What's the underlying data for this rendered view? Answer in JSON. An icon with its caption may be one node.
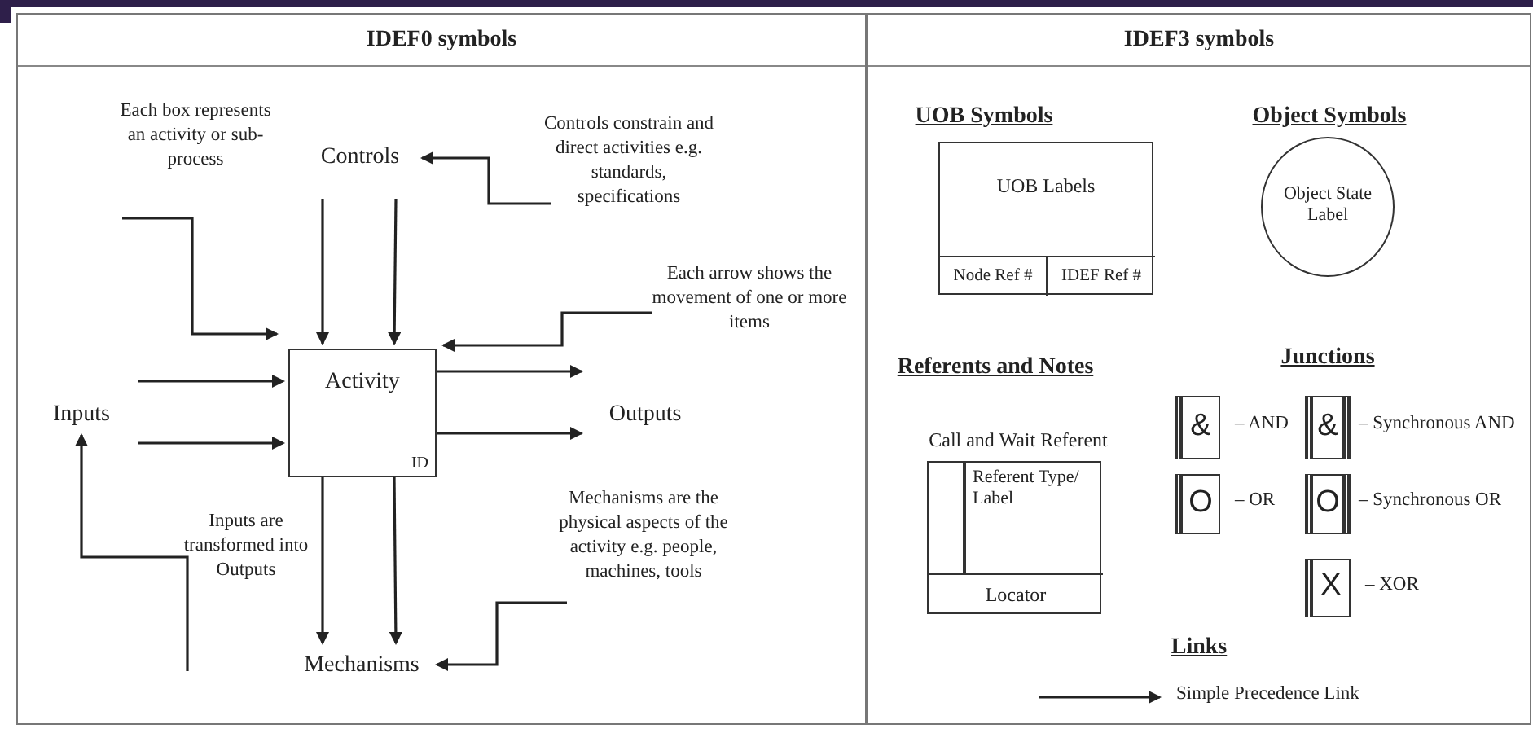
{
  "diagram": {
    "nodes": [
      {
        "text": [
          "IDEF0 symbols"
        ]
      },
      {
        "text": [
          "IDEF3 symbols"
        ]
      },
      {
        "text": [
          "Activity",
          "ID"
        ],
        "in": 0
      },
      {
        "text": [
          "Controls"
        ],
        "in": 0
      },
      {
        "text": [
          "Inputs"
        ],
        "in": 0
      },
      {
        "text": [
          "Outputs"
        ],
        "in": 0
      },
      {
        "text": [
          "Mechanisms"
        ],
        "in": 0
      },
      {
        "text": [
          "Each box represents an activity or sub-process"
        ],
        "in": 0
      },
      {
        "text": [
          "Controls constrain and direct activities e.g. standards, specifications"
        ],
        "in": 0
      },
      {
        "text": [
          "Each arrow shows the movement of one or more items"
        ],
        "in": 0
      },
      {
        "text": [
          "Inputs are transformed into Outputs"
        ],
        "in": 0
      },
      {
        "text": [
          "Mechanisms are the physical aspects of the activity e.g. people, machines, tools"
        ],
        "in": 0
      },
      {
        "text": [
          "UOB Labels"
        ],
        "in": 1
      },
      {
        "text": [
          "Node Ref #"
        ],
        "in": 12
      },
      {
        "text": [
          "IDEF Ref #"
        ],
        "in": 12
      },
      {
        "text": [
          "Object State Label"
        ],
        "in": 1
      },
      {
        "text": [
          "Call and Wait Referent"
        ],
        "in": 1
      },
      {
        "text": [
          "Referent Type/ Label"
        ],
        "in": 16
      },
      {
        "text": [
          "Locator"
        ],
        "in": 16
      },
      {
        "text": [
          "&"
        ],
        "beside": [
          "– AND"
        ],
        "in": 1
      },
      {
        "text": [
          "&"
        ],
        "beside": [
          "– Synchronous AND"
        ],
        "in": 1
      },
      {
        "text": [
          "O"
        ],
        "beside": [
          "– OR"
        ],
        "in": 1
      },
      {
        "text": [
          "O"
        ],
        "beside": [
          "– Synchronous OR"
        ],
        "in": 1
      },
      {
        "text": [
          "X"
        ],
        "beside": [
          "– XOR"
        ],
        "in": 1
      }
    ],
    "edges": [
      {
        "from": 3,
        "to": 2,
        "arrow": "to"
      },
      {
        "from": 3,
        "to": 2,
        "arrow": "to"
      },
      {
        "from": 4,
        "to": 2,
        "arrow": "to"
      },
      {
        "from": 4,
        "to": 2,
        "arrow": "to"
      },
      {
        "from": 2,
        "to": 5,
        "arrow": "to"
      },
      {
        "from": 2,
        "to": 5,
        "arrow": "to"
      },
      {
        "from": 2,
        "to": 6,
        "arrow": "to"
      },
      {
        "from": 2,
        "to": 6,
        "arrow": "to"
      },
      {
        "from": 7,
        "to": 2,
        "arrow": "to"
      },
      {
        "from": 8,
        "to": 3,
        "arrow": "to"
      },
      {
        "from": 9,
        "to": 2,
        "arrow": "to"
      },
      {
        "from": 10,
        "to": 4,
        "arrow": "to"
      },
      {
        "from": 11,
        "to": 6,
        "arrow": "to"
      }
    ],
    "labels": [
      "UOB Symbols",
      "Object Symbols",
      "Referents and Notes",
      "Junctions",
      "Links"
    ],
    "legend": [
      {
        "text": "Simple Precedence Link"
      }
    ]
  }
}
